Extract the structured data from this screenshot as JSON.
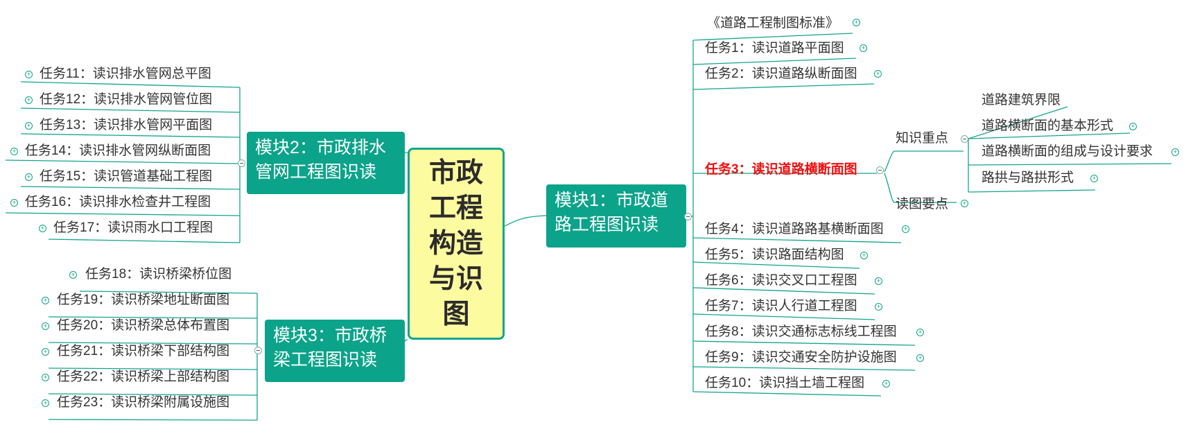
{
  "root": {
    "title": "市政工程构造与识图"
  },
  "module1": {
    "title": "模块1：市政道路工程图识读",
    "items": [
      "《道路工程制图标准》",
      "任务1：读识道路平面图",
      "任务2：读识道路纵断面图",
      "任务3：读识道路横断面图",
      "任务4：读识道路路基横断面图",
      "任务5：读识路面结构图",
      "任务6：读识交叉口工程图",
      "任务7：读识人行道工程图",
      "任务8：读识交通标志标线工程图",
      "任务9：读识交通安全防护设施图",
      "任务10：读识挡土墙工程图"
    ],
    "task3": {
      "knowledge": "知识重点",
      "knowledge_items": [
        "道路建筑界限",
        "道路横断面的基本形式",
        "道路横断面的组成与设计要求",
        "路拱与路拱形式"
      ],
      "reading": "读图要点"
    }
  },
  "module2": {
    "title": "模块2：市政排水管网工程图识读",
    "items": [
      "任务11：读识排水管网总平图",
      "任务12：读识排水管网管位图",
      "任务13：读识排水管网平面图",
      "任务14：读识排水管网纵断面图",
      "任务15：读识管道基础工程图",
      "任务16：读识排水检查井工程图",
      "任务17：读识雨水口工程图"
    ]
  },
  "module3": {
    "title": "模块3：市政桥梁工程图识读",
    "items": [
      "任务18：读识桥梁桥位图",
      "任务19：读识桥梁地址断面图",
      "任务20：读识桥梁总体布置图",
      "任务21：读识桥梁下部结构图",
      "任务22：读识桥梁上部结构图",
      "任务23：读识桥梁附属设施图"
    ]
  },
  "colors": {
    "accent": "#0ba38a",
    "root_fill": "#fdfb9f",
    "highlight": "#f00f0f"
  }
}
